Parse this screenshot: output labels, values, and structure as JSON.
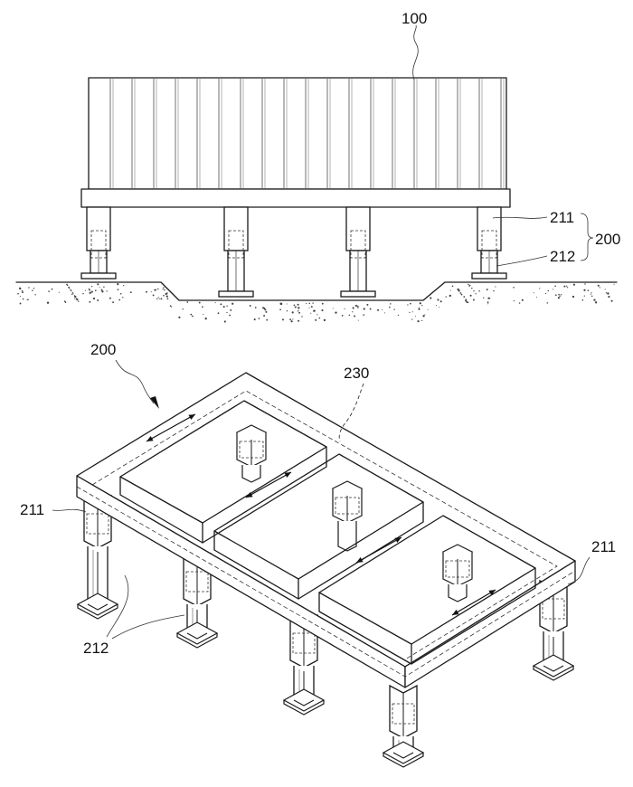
{
  "labels": {
    "cargo_body": "100",
    "support_assembly_top": "200",
    "column_upper": "211",
    "column_lower": "212",
    "support_assembly_iso": "200",
    "frame": "230",
    "iso_column_left": "211",
    "iso_column_right": "211",
    "iso_column_lower": "212"
  },
  "colors": {
    "ink": "#1a1a1a",
    "ground_speckle": "#444444"
  }
}
